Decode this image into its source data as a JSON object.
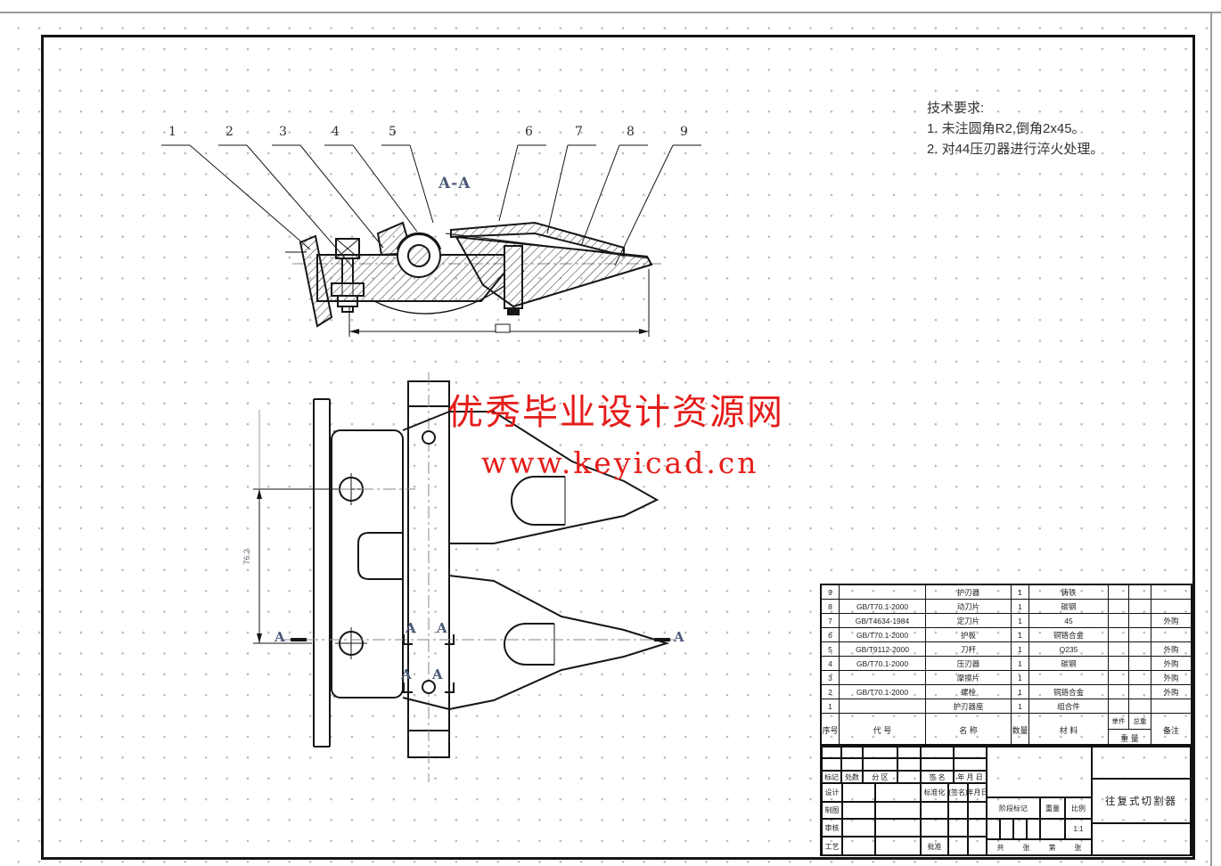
{
  "watermark": {
    "line1": "优秀毕业设计资源网",
    "line2": "www.keyicad.cn",
    "color": "#e51d1a"
  },
  "tech_requirements": {
    "title": "技术要求:",
    "items": [
      "1. 未注圆角R2,倒角2x45。",
      "2. 对44压刃器进行淬火处理。"
    ]
  },
  "section_label": "A-A",
  "section_marker": "A",
  "dimension_vertical": "76.2",
  "callouts": [
    "1",
    "2",
    "3",
    "4",
    "5",
    "6",
    "7",
    "8",
    "9"
  ],
  "parts_table": {
    "headers": {
      "no": "序号",
      "code": "代  号",
      "name": "名  称",
      "qty": "数量",
      "material": "材  料",
      "weight_unit": "单件",
      "weight_total": "总重",
      "weight": "重 量",
      "remark": "备注"
    },
    "rows": [
      {
        "no": "9",
        "code": "",
        "name": "护刃器",
        "qty": "1",
        "material": "铸铁",
        "remark": ""
      },
      {
        "no": "8",
        "code": "GB/T70.1-2000",
        "name": "动刀片",
        "qty": "1",
        "material": "碳钢",
        "remark": ""
      },
      {
        "no": "7",
        "code": "GB/T4634-1984",
        "name": "定刀片",
        "qty": "1",
        "material": "45",
        "remark": "外购"
      },
      {
        "no": "6",
        "code": "GB/T70.1-2000",
        "name": "护板",
        "qty": "1",
        "material": "铜铬合金",
        "remark": ""
      },
      {
        "no": "5",
        "code": "GB/T9112-2000",
        "name": "刀杆",
        "qty": "1",
        "material": "Q235",
        "remark": "外购"
      },
      {
        "no": "4",
        "code": "GB/T70.1-2000",
        "name": "压刃器",
        "qty": "1",
        "material": "碳钢",
        "remark": "外购"
      },
      {
        "no": "3",
        "code": "",
        "name": "摩擦片",
        "qty": "1",
        "material": "",
        "remark": "外购"
      },
      {
        "no": "2",
        "code": "GB/T70.1-2000",
        "name": "螺栓",
        "qty": "1",
        "material": "铜铬合金",
        "remark": "外购"
      },
      {
        "no": "1",
        "code": "",
        "name": "护刃器座",
        "qty": "1",
        "material": "组合件",
        "remark": ""
      }
    ]
  },
  "title_block": {
    "mark": "标记",
    "count": "处数",
    "zone": "分 区",
    "sign": "签 名",
    "date": "年 月 日",
    "design": "设计",
    "draw": "制图",
    "check": "审核",
    "process": "工艺",
    "standard": "标准化",
    "sign2": "(签名)",
    "date2": "(年月日)",
    "approve": "批准",
    "stage": "阶段标记",
    "weight": "重量",
    "scale": "比例",
    "scale_value": "1:1",
    "sheet_total_label": "共",
    "sheet_unit1": "张",
    "sheet_index_label": "第",
    "sheet_unit2": "张",
    "part_name": "往复式切割器"
  }
}
